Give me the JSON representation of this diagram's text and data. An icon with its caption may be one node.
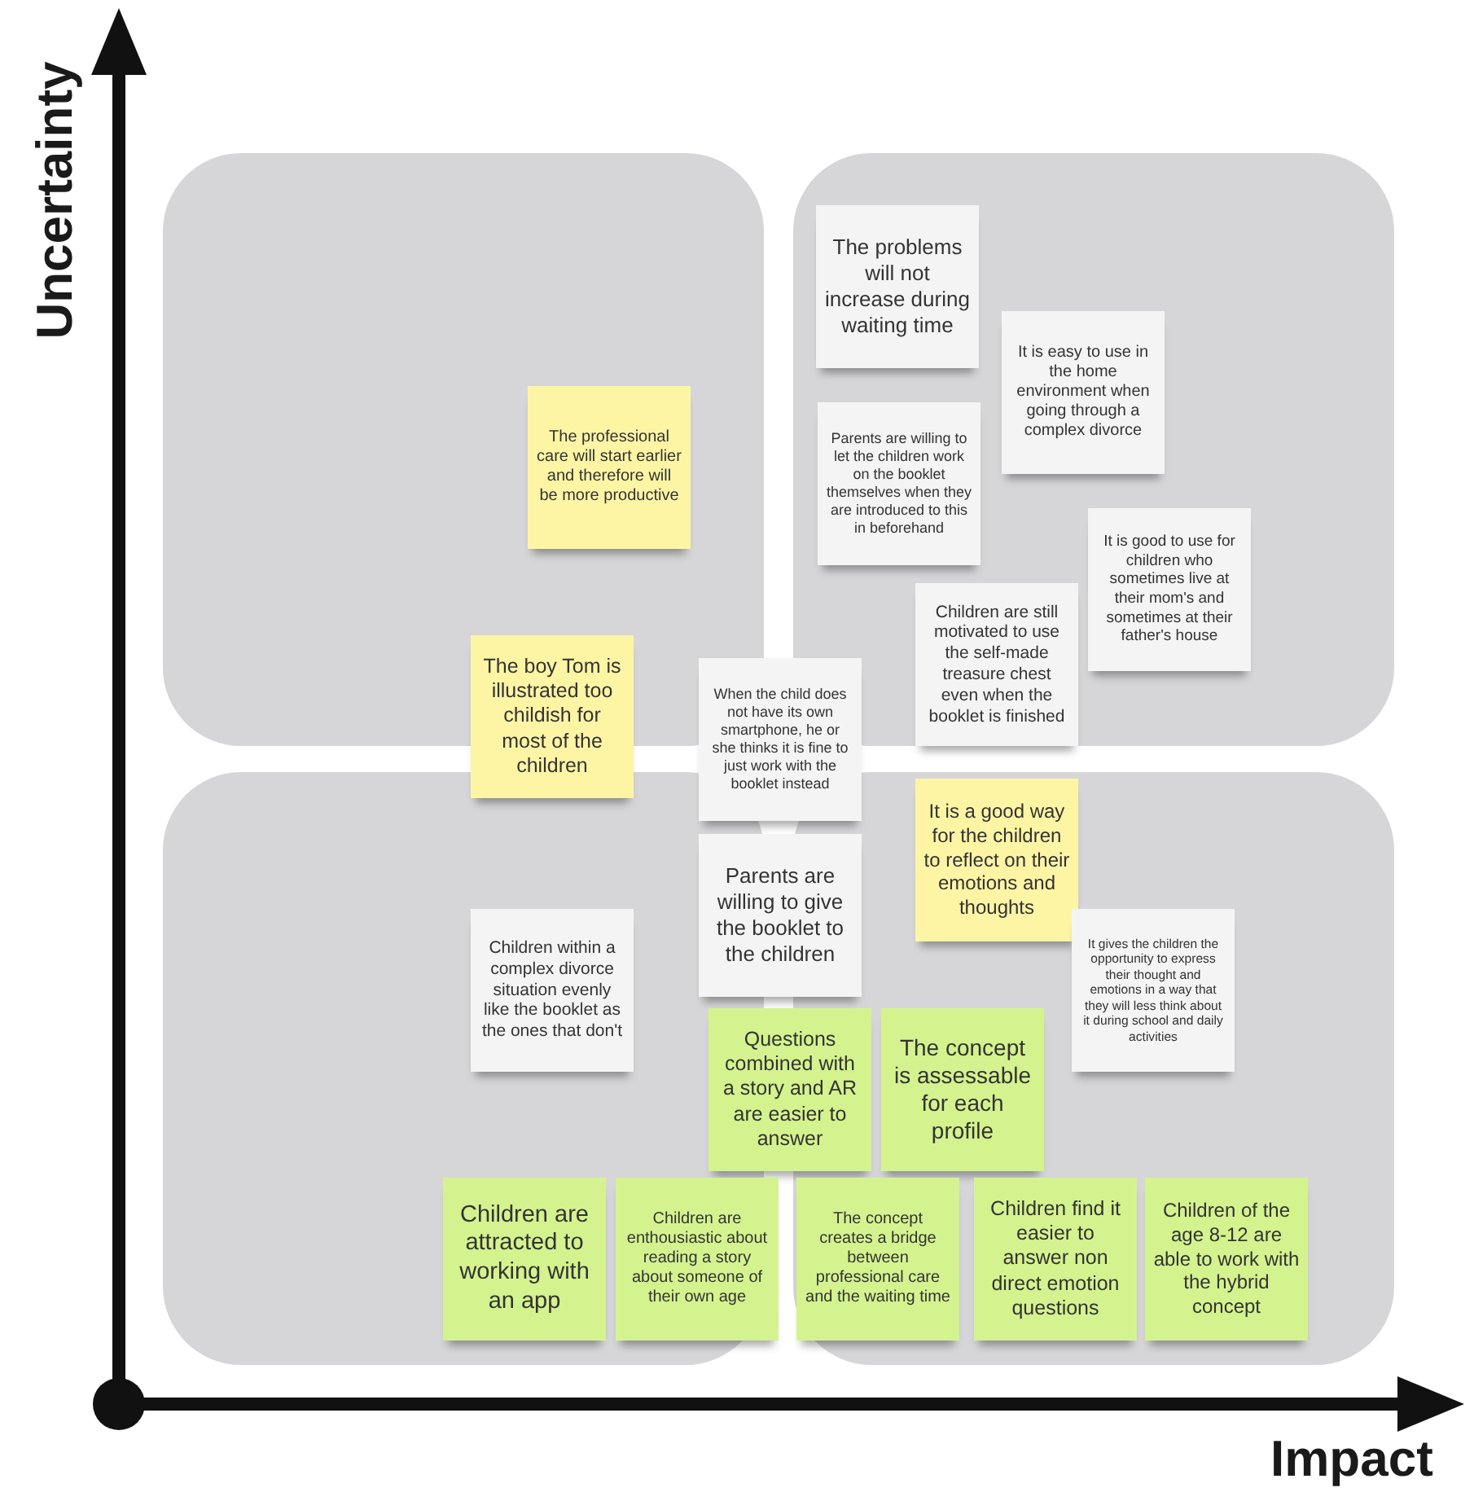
{
  "diagram": {
    "nodes": [
      {
        "text": [
          "The problems will not increase during waiting time"
        ]
      },
      {
        "text": [
          "It is easy to use in the home environment when going through a complex divorce"
        ]
      },
      {
        "text": [
          "The professional care will start earlier and therefore will be more productive"
        ]
      },
      {
        "text": [
          "Parents are willing to let the children work on the booklet themselves when they are introduced to this in beforehand"
        ]
      },
      {
        "text": [
          "It is good to use for children who sometimes live at their mom's and sometimes at their father's house"
        ]
      },
      {
        "text": [
          "Children are still motivated to use the self-made treasure chest even when the booklet is finished"
        ]
      },
      {
        "text": [
          "The boy Tom is illustrated too childish for most of the children"
        ]
      },
      {
        "text": [
          "When the child does not have its own smartphone, he or she thinks it is fine to just work with the booklet instead"
        ]
      },
      {
        "text": [
          "It is a good way for the children to reflect on their emotions and thoughts"
        ]
      },
      {
        "text": [
          "Parents are willing to give the booklet to the children"
        ]
      },
      {
        "text": [
          "Children within a complex divorce situation evenly like the booklet as the ones that don't"
        ]
      },
      {
        "text": [
          "It gives the children the opportunity to express their thought and emotions in a way that they will less think about it during school and daily activities"
        ]
      },
      {
        "text": [
          "Questions combined with a story and AR are easier to answer"
        ]
      },
      {
        "text": [
          "The concept is assessable for each profile"
        ]
      },
      {
        "text": [
          "Children are attracted to working with an app"
        ]
      },
      {
        "text": [
          "Children are enthousiastic about reading a story about someone of their own age"
        ]
      },
      {
        "text": [
          "The concept creates a bridge between professional care and the waiting time"
        ]
      },
      {
        "text": [
          "Children find it easier to answer non direct emotion questions"
        ]
      },
      {
        "text": [
          "Children of the age 8-12 are able to work with the hybrid concept"
        ]
      }
    ],
    "labels": [
      "Uncertainty",
      "Impact"
    ]
  }
}
